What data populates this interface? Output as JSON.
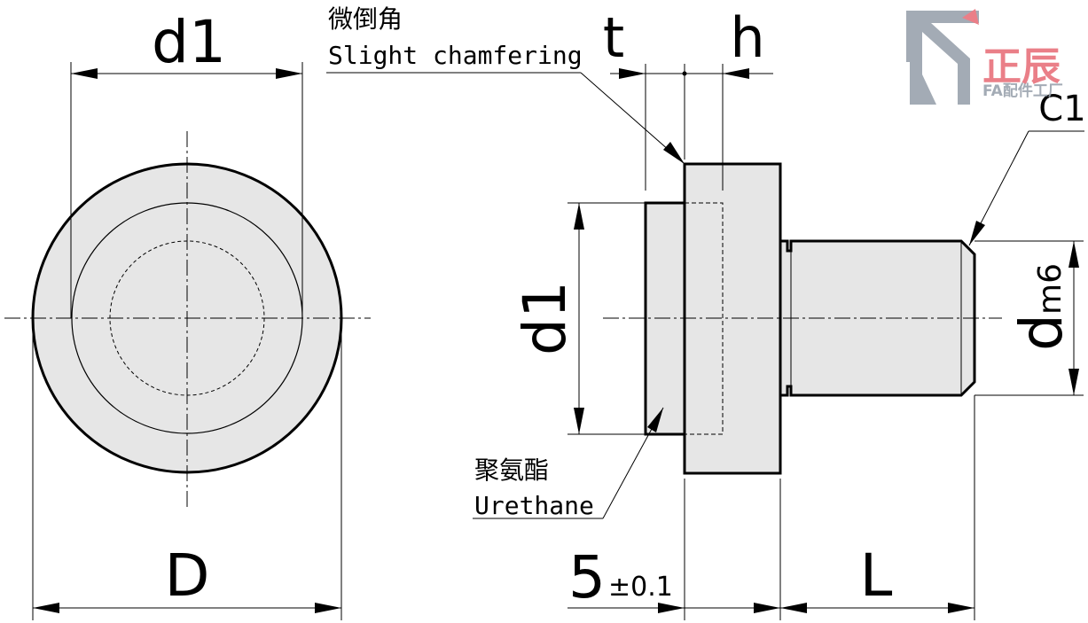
{
  "labels": {
    "d1_top": "d1",
    "d1_side": "d1",
    "D": "D",
    "t": "t",
    "h": "h",
    "five": "5",
    "tol": "±0.1",
    "L": "L",
    "d": "d",
    "m6": "m6",
    "C1": "C1"
  },
  "notes": {
    "chamfer_cn": "微倒角",
    "chamfer_en": "Slight chamfering",
    "urethane_cn": "聚氨酯",
    "urethane_en": "Urethane"
  },
  "logo": {
    "brand_cn": "正辰",
    "brand_sub": "FA配件工厂"
  },
  "colors": {
    "part_fill": "#e6e6e6",
    "line": "#000000",
    "logo_grey": "#9aa3ad",
    "logo_red": "#e8727c"
  }
}
